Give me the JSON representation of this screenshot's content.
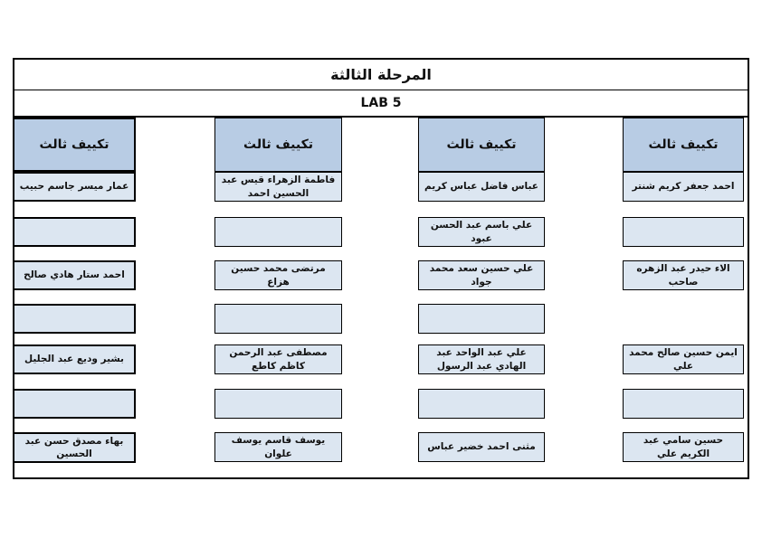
{
  "page": {
    "title": "المرحلة الثالثة",
    "subtitle": "LAB 5"
  },
  "colors": {
    "header_fill": "#b8cce4",
    "cell_fill": "#dce6f1",
    "border": "#000000",
    "page_background": "#ffffff"
  },
  "columns": [
    {
      "id": "group-1-rightmost",
      "header": "تكييف ثالث",
      "rows": [
        {
          "slot": 1,
          "text": "احمد جعفر كريم شنتر"
        },
        {
          "slot": 2,
          "text": ""
        },
        {
          "slot": 3,
          "text": "الاء حيدر عبد الزهره صاحب"
        },
        {
          "slot": 5,
          "text": "ايمن حسين صالح محمد علي"
        },
        {
          "slot": 6,
          "text": ""
        },
        {
          "slot": 7,
          "text": "حسين سامي عبد الكريم علي"
        }
      ]
    },
    {
      "id": "group-2",
      "header": "تكييف ثالث",
      "rows": [
        {
          "slot": 1,
          "text": "عباس فاضل عباس كريم"
        },
        {
          "slot": 2,
          "text": "علي باسم عبد الحسن عبود"
        },
        {
          "slot": 3,
          "text": "علي حسين سعد محمد جواد"
        },
        {
          "slot": 4,
          "text": ""
        },
        {
          "slot": 5,
          "text": "علي عبد الواحد عبد الهادي عبد الرسول"
        },
        {
          "slot": 6,
          "text": ""
        },
        {
          "slot": 7,
          "text": "مثنى احمد خضير عباس"
        }
      ]
    },
    {
      "id": "group-3",
      "header": "تكييف ثالث",
      "rows": [
        {
          "slot": 1,
          "text": "فاطمة الزهراء قيس عبد الحسين احمد"
        },
        {
          "slot": 2,
          "text": ""
        },
        {
          "slot": 3,
          "text": "مرتضى محمد حسين هزاع"
        },
        {
          "slot": 4,
          "text": ""
        },
        {
          "slot": 5,
          "text": "مصطفى عبد الرحمن كاظم كاطع"
        },
        {
          "slot": 6,
          "text": ""
        },
        {
          "slot": 7,
          "text": "يوسف قاسم يوسف علوان"
        }
      ]
    },
    {
      "id": "group-4-leftmost",
      "header": "تكييف ثالث",
      "rows": [
        {
          "slot": 1,
          "text": "عمار ميسر جاسم حبيب"
        },
        {
          "slot": 2,
          "text": ""
        },
        {
          "slot": 3,
          "text": "احمد ستار هادي صالح"
        },
        {
          "slot": 4,
          "text": ""
        },
        {
          "slot": 5,
          "text": "بشير وديع عبد الجليل"
        },
        {
          "slot": 6,
          "text": ""
        },
        {
          "slot": 7,
          "text": "بهاء مصدق حسن عبد الحسين"
        }
      ]
    }
  ]
}
